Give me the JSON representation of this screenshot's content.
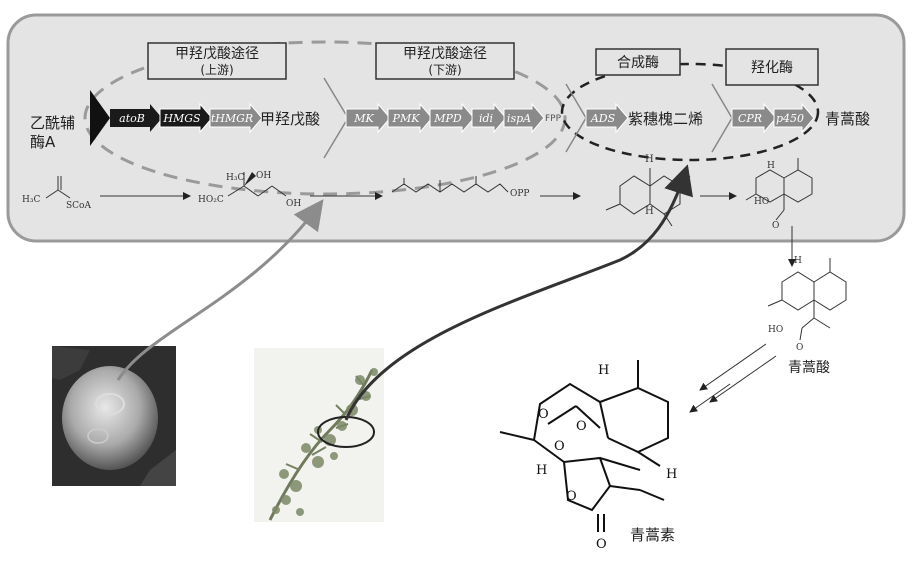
{
  "pathway_boxes": {
    "mva_upper": [
      "甲羟戊酸途径",
      "(上游)"
    ],
    "mva_lower": [
      "甲羟戊酸途径",
      "(下游)"
    ],
    "synthase": "合成酶",
    "hydroxylase": "羟化酶"
  },
  "metabolites": {
    "acetyl_coa": [
      "乙酰辅",
      "酶A"
    ],
    "mevalonate": "甲羟戊酸",
    "fpp": "FPP",
    "amorphadiene": "紫穗槐二烯",
    "artemisinic_acid": "青蒿酸",
    "artemisinic_acid_lower": "青蒿酸",
    "artemisinin": "青蒿素"
  },
  "genes_upper": [
    "atoB",
    "HMGS",
    "tHMGR"
  ],
  "genes_lower": [
    "MK",
    "PMK",
    "MPD",
    "idi",
    "ispA"
  ],
  "gene_synthase": "ADS",
  "genes_hydroxylase": [
    "CPR",
    "p450"
  ],
  "chem_labels": {
    "h3c": "H₃C",
    "scoa": "SCoA",
    "h3c_oh": "H₃C",
    "oh1": "OH",
    "ho2c": "HO₂C",
    "oh2": "OH",
    "opp": "OPP",
    "h": "H",
    "ho": "HO",
    "o": "O"
  },
  "colors": {
    "panel_fill": "#e4e4e4",
    "panel_stroke": "#9a9a9a",
    "dash_ellipse_upper": "#9a9a9a",
    "dash_ellipse_lower": "#222222",
    "gene_dark": "#1a1a1a",
    "gene_grey": "#8a8a8a",
    "yeast_arrow": "#8c8c8c",
    "plant_arrow": "#333333"
  }
}
